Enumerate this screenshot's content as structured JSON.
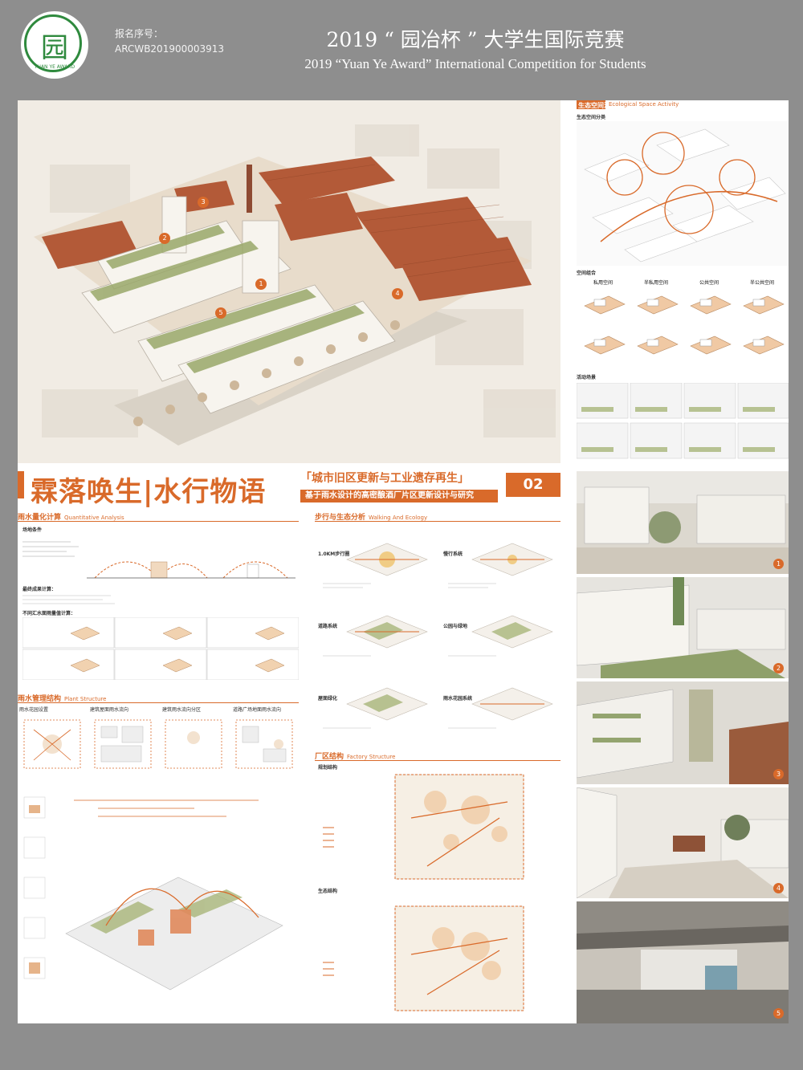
{
  "header": {
    "logo": {
      "icon": "competition-seal-icon",
      "glyph": "园",
      "text": "YUAN YE AWARD"
    },
    "reg_label": "报名序号：",
    "reg_number": "ARCWB201900003913",
    "title_cn": "2019 “ 园冶杯 ” 大学生国际竞赛",
    "title_en": "2019 “Yuan Ye Award” International Competition for  Students"
  },
  "banner": {
    "title": "霖落唤生|水行物语",
    "subtitle1": "「城市旧区更新与工业遗存再生」",
    "subtitle2": "基于雨水设计的高密酿酒厂片区更新设计与研究",
    "sheet_number": "02"
  },
  "aerial": {
    "markers": [
      "1",
      "2",
      "3",
      "4",
      "5"
    ]
  },
  "ecological": {
    "title_cn": "生态空间活动",
    "title_en": "Ecological Space Activity",
    "sub1": "生态空间分类",
    "sub2": "空间组合",
    "sub3": "活动场景",
    "columns": [
      "私用空间",
      "半私用空间",
      "公共空间",
      "半公共空间"
    ]
  },
  "rain": {
    "title_cn": "雨水量化计算",
    "title_en": "Quantitative Analysis",
    "sub1": "场地条件",
    "sub2": "最终成果计算：",
    "sub3": "不同汇水面雨量值计算："
  },
  "plant": {
    "title_cn": "雨水管理结构",
    "title_en": "Plant Structure",
    "cols": [
      "雨水花园设置",
      "建筑屋面雨水流向",
      "建筑雨水流向分区",
      "道路广场地面雨水流向"
    ]
  },
  "walking": {
    "title_cn": "步行与生态分析",
    "title_en": "Walking And Ecology",
    "items": [
      "1.0KM步行圈",
      "慢行系统",
      "道路系统",
      "公园与绿地",
      "屋面绿化",
      "雨水花园系统"
    ]
  },
  "factory": {
    "title_cn": "厂区结构",
    "title_en": "Factory Structure",
    "sub1": "规划结构",
    "sub2": "生态结构"
  },
  "renders": [
    "1",
    "2",
    "3",
    "4",
    "5"
  ]
}
